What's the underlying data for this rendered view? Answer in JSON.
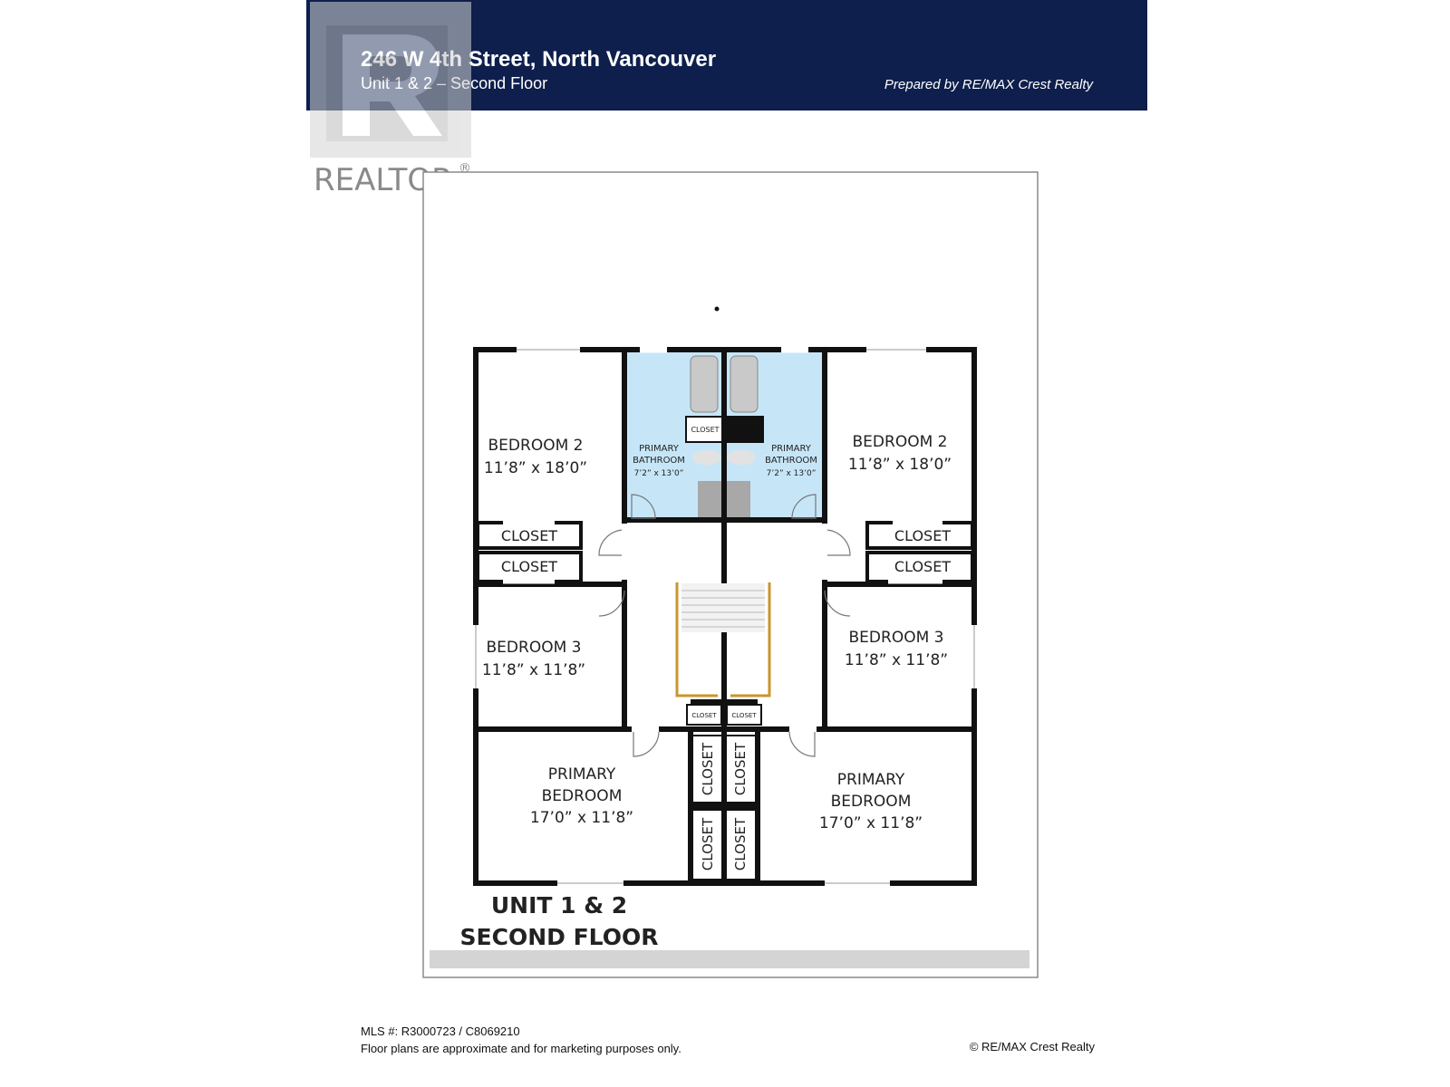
{
  "header": {
    "title": "246 W 4th Street, North Vancouver",
    "subtitle": "Unit 1 & 2 – Second Floor",
    "prepared_by": "Prepared by RE/MAX Crest Realty",
    "background_color": "#0e1f4d"
  },
  "logo": {
    "text": "REALTOR",
    "mark": "®",
    "icon": "realtor-r-logo"
  },
  "plan": {
    "rooms": {
      "bedroom2_left": {
        "name": "BEDROOM 2",
        "size": "11’8” x 18’0”"
      },
      "bedroom2_right": {
        "name": "BEDROOM 2",
        "size": "11’8” x 18’0”"
      },
      "bath_left": {
        "line1": "PRIMARY",
        "line2": "BATHROOM",
        "size": "7’2” x 13’0”"
      },
      "bath_right": {
        "line1": "PRIMARY",
        "line2": "BATHROOM",
        "size": "7’2” x 13’0”"
      },
      "bath_closet": "CLOSET",
      "closet_l1": "CLOSET",
      "closet_l2": "CLOSET",
      "closet_r1": "CLOSET",
      "closet_r2": "CLOSET",
      "bedroom3_left": {
        "name": "BEDROOM 3",
        "size": "11’8” x 11’8”"
      },
      "bedroom3_right": {
        "name": "BEDROOM 3",
        "size": "11’8” x 11’8”"
      },
      "small_closet_left": "CLOSET",
      "small_closet_right": "CLOSET",
      "primary_left": {
        "line1": "PRIMARY",
        "line2": "BEDROOM",
        "size": "17’0” x 11’8”"
      },
      "primary_right": {
        "line1": "PRIMARY",
        "line2": "BEDROOM",
        "size": "17’0” x 11’8”"
      },
      "vcloset_1": "CLOSET",
      "vcloset_2": "CLOSET",
      "vcloset_3": "CLOSET",
      "vcloset_4": "CLOSET"
    },
    "label_line1": "UNIT 1 & 2",
    "label_line2": "SECOND FLOOR",
    "bathroom_color": "#c6e6f8",
    "stair_rail_color": "#c8962e"
  },
  "footer": {
    "mls": "MLS #: R3000723 / C8069210",
    "disclaimer": "Floor plans are approximate and for marketing purposes only.",
    "copyright": "© RE/MAX Crest Realty"
  }
}
